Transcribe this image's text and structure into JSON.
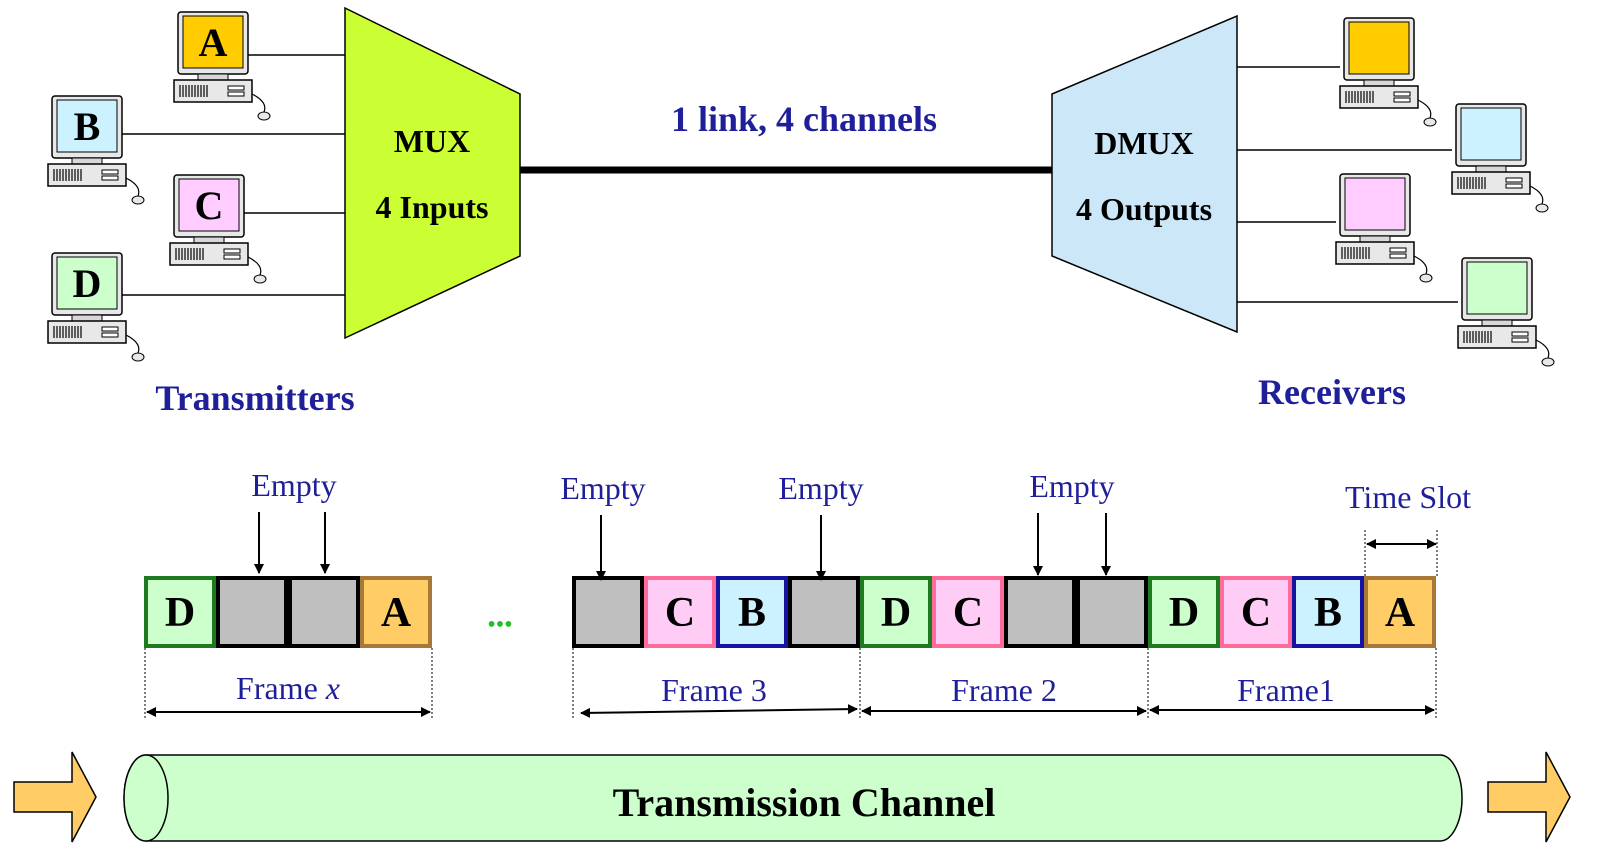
{
  "mux": {
    "title": "MUX",
    "subtitle": "4 Inputs",
    "color": "#ccff33"
  },
  "dmux": {
    "title": "DMUX",
    "subtitle": "4 Outputs",
    "color": "#cce8f8"
  },
  "link_label": "1 link, 4 channels",
  "transmitters_label": "Transmitters",
  "receivers_label": "Receivers",
  "computers": {
    "A": {
      "label": "A",
      "screen": "#ffcc00"
    },
    "B": {
      "label": "B",
      "screen": "#ccf2ff"
    },
    "C": {
      "label": "C",
      "screen": "#ffccff"
    },
    "D": {
      "label": "D",
      "screen": "#ccffcc"
    }
  },
  "slots": {
    "frame_x": [
      "D",
      "",
      "",
      "A"
    ],
    "frame_3": [
      "",
      "C",
      "B",
      ""
    ],
    "frame_2": [
      "D",
      "C",
      "",
      ""
    ],
    "frame_1": [
      "D",
      "C",
      "B",
      "A"
    ]
  },
  "slot_colors": {
    "A": {
      "fill": "#ffcc66",
      "border": "#a87838"
    },
    "B": {
      "fill": "#ccf2ff",
      "border": "#1414a0"
    },
    "C": {
      "fill": "#ffccf5",
      "border": "#ff6b9a"
    },
    "D": {
      "fill": "#ccffcc",
      "border": "#1e7a1e"
    },
    "empty": {
      "fill": "#bfbfbf",
      "border": "#000000"
    }
  },
  "empty_label": "Empty",
  "ellipsis": "•••",
  "time_slot_label": "Time Slot",
  "frame_labels": {
    "frame_x_prefix": "Frame ",
    "frame_x_var": "x",
    "frame_3": "Frame 3",
    "frame_2": "Frame 2",
    "frame_1": "Frame1"
  },
  "channel_label": "Transmission Channel",
  "channel_color": "#ccffcc",
  "arrow_color": "#ffcc66"
}
